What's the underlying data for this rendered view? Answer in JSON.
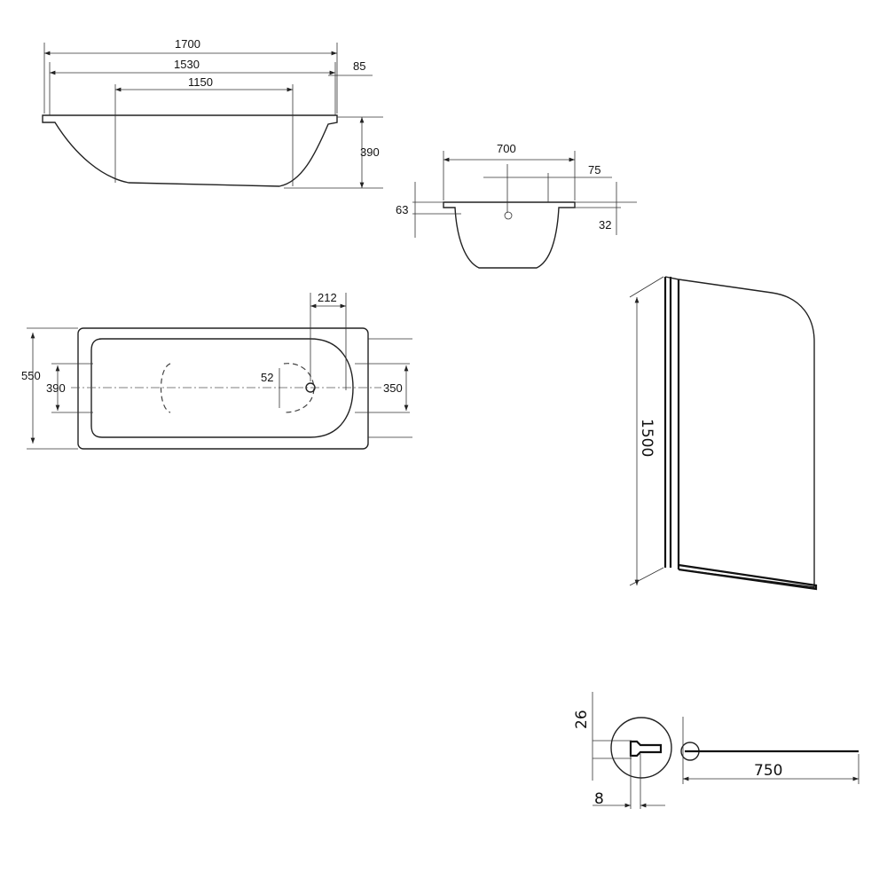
{
  "side_view": {
    "overall_length": "1700",
    "inner_length": "1530",
    "bottom_length": "1150",
    "rim_offset": "85",
    "height": "390"
  },
  "end_view": {
    "width": "700",
    "rim_width": "75",
    "rim_height": "63",
    "lip": "32"
  },
  "top_view": {
    "drain_offset": "212",
    "width": "550",
    "inner_width": "390",
    "end_width": "350",
    "drain_size": "52"
  },
  "screen": {
    "height": "1500",
    "width": "750",
    "profile_height": "26",
    "profile_gap": "8"
  }
}
